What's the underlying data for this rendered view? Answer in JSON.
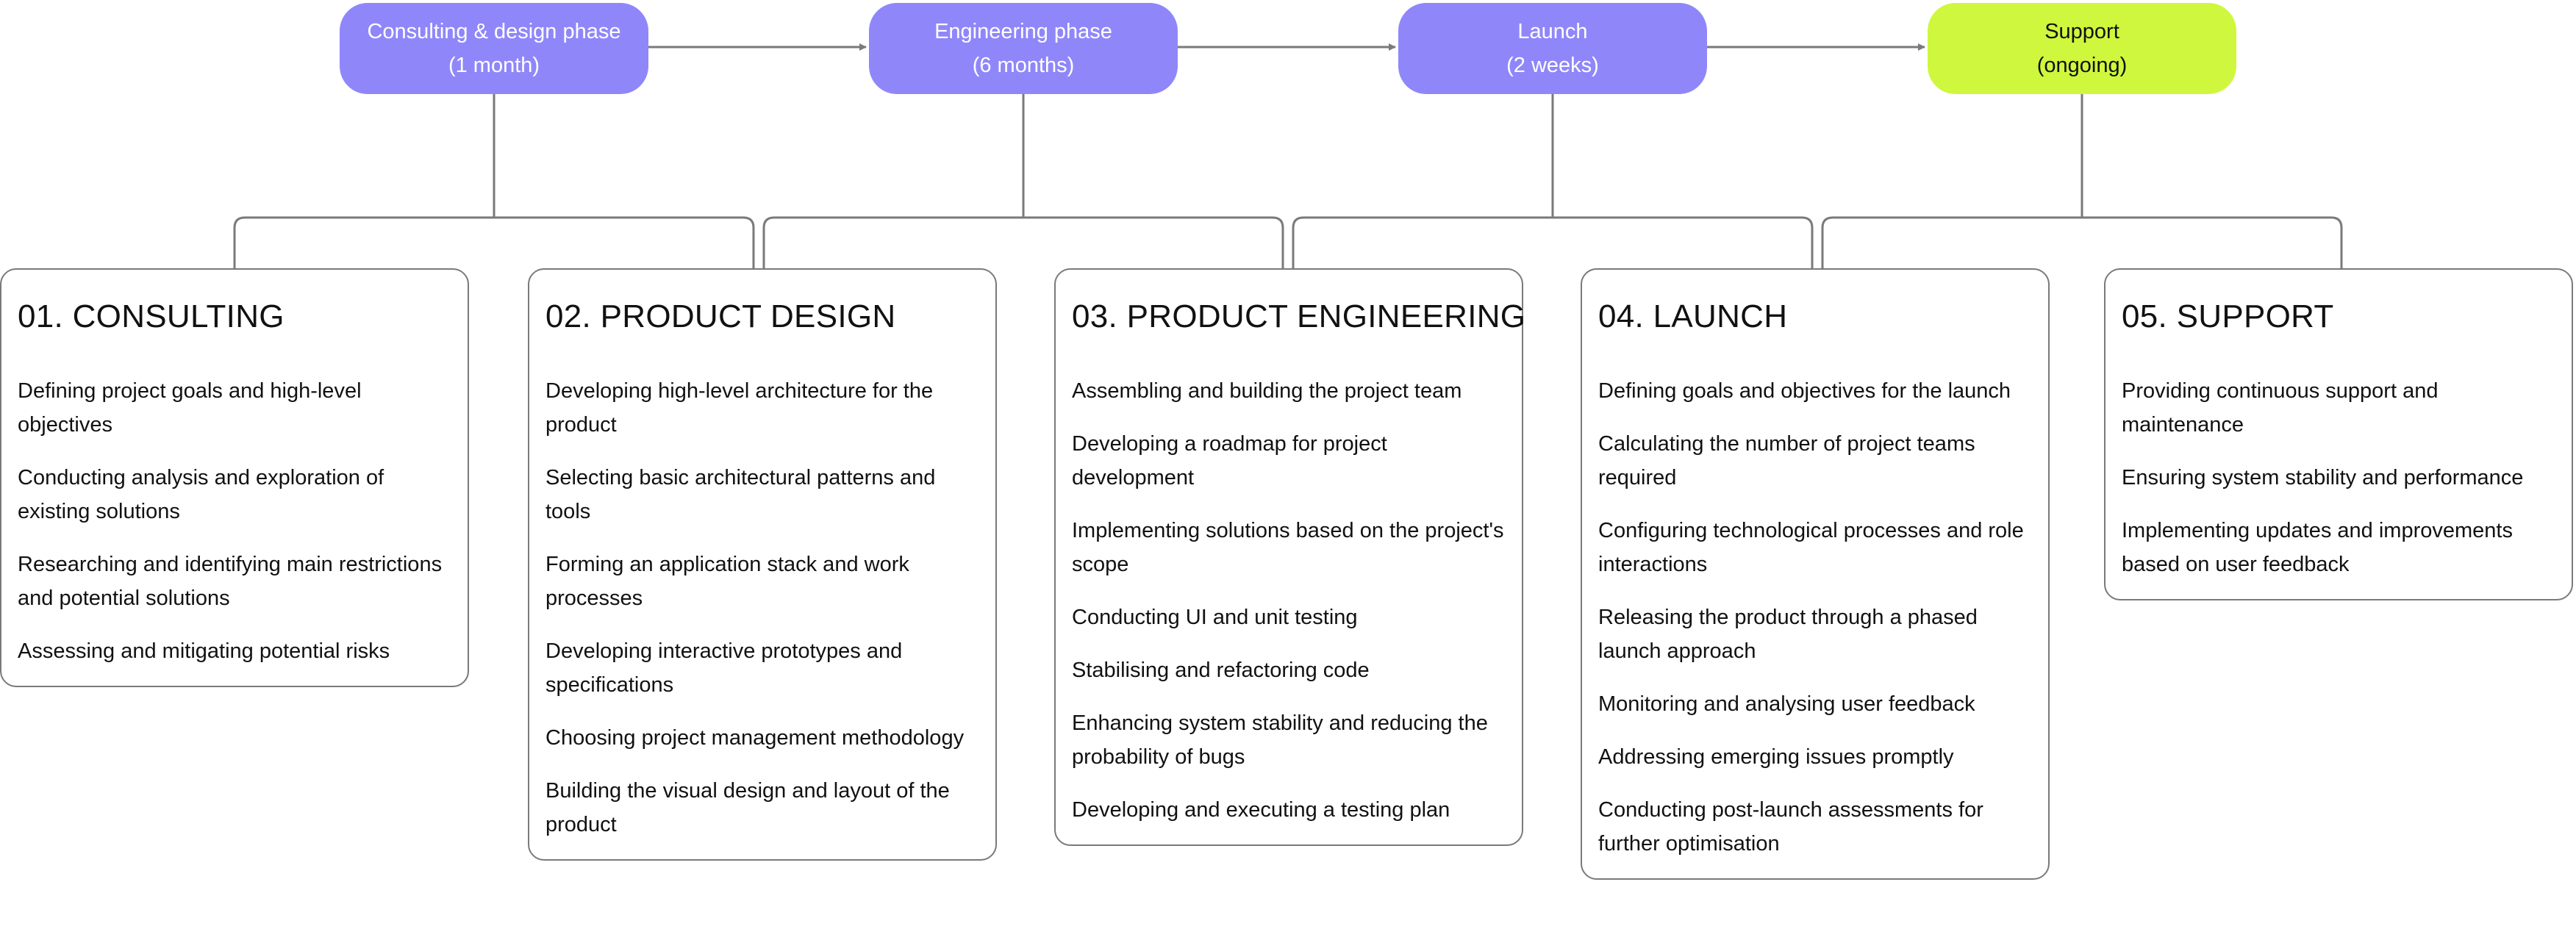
{
  "phases": [
    {
      "name": "Consulting & design phase",
      "duration": "(1 month)"
    },
    {
      "name": "Engineering phase",
      "duration": "(6 months)"
    },
    {
      "name": "Launch",
      "duration": "(2 weeks)"
    },
    {
      "name": "Support",
      "duration": "(ongoing)"
    }
  ],
  "stages": [
    {
      "title": "01. CONSULTING",
      "items": [
        "Defining project goals and high-level objectives",
        "Conducting analysis and exploration of existing solutions",
        "Researching and identifying main restrictions and potential solutions",
        "Assessing and mitigating potential risks"
      ]
    },
    {
      "title": "02. PRODUCT DESIGN",
      "items": [
        "Developing high-level architecture for the product",
        "Selecting basic architectural patterns and tools",
        "Forming an application stack and work processes",
        "Developing interactive prototypes and specifications",
        "Choosing project management methodology",
        "Building the visual design and layout of the product"
      ]
    },
    {
      "title": "03. PRODUCT ENGINEERING",
      "items": [
        "Assembling and building the project team",
        "Developing a roadmap for project development",
        "Implementing solutions based on the project's scope",
        "Conducting UI and unit testing",
        "Stabilising and refactoring code",
        "Enhancing system stability and reducing the probability of bugs",
        "Developing and executing a testing plan"
      ]
    },
    {
      "title": "04. LAUNCH",
      "items": [
        "Defining goals and objectives for the launch",
        "Calculating the number of project teams required",
        "Configuring technological processes and role interactions",
        "Releasing the product through a phased launch approach",
        "Monitoring and analysing user feedback",
        "Addressing emerging issues promptly",
        "Conducting post-launch assessments for further optimisation"
      ]
    },
    {
      "title": "05. SUPPORT",
      "items": [
        "Providing continuous support and maintenance",
        "Ensuring system stability and performance",
        "Implementing updates and improvements based on user feedback"
      ]
    }
  ],
  "colors": {
    "phase_active": "#8f87f9",
    "phase_support": "#cff73d",
    "connector": "#7a7a7a",
    "card_border": "#7a7a7a"
  }
}
